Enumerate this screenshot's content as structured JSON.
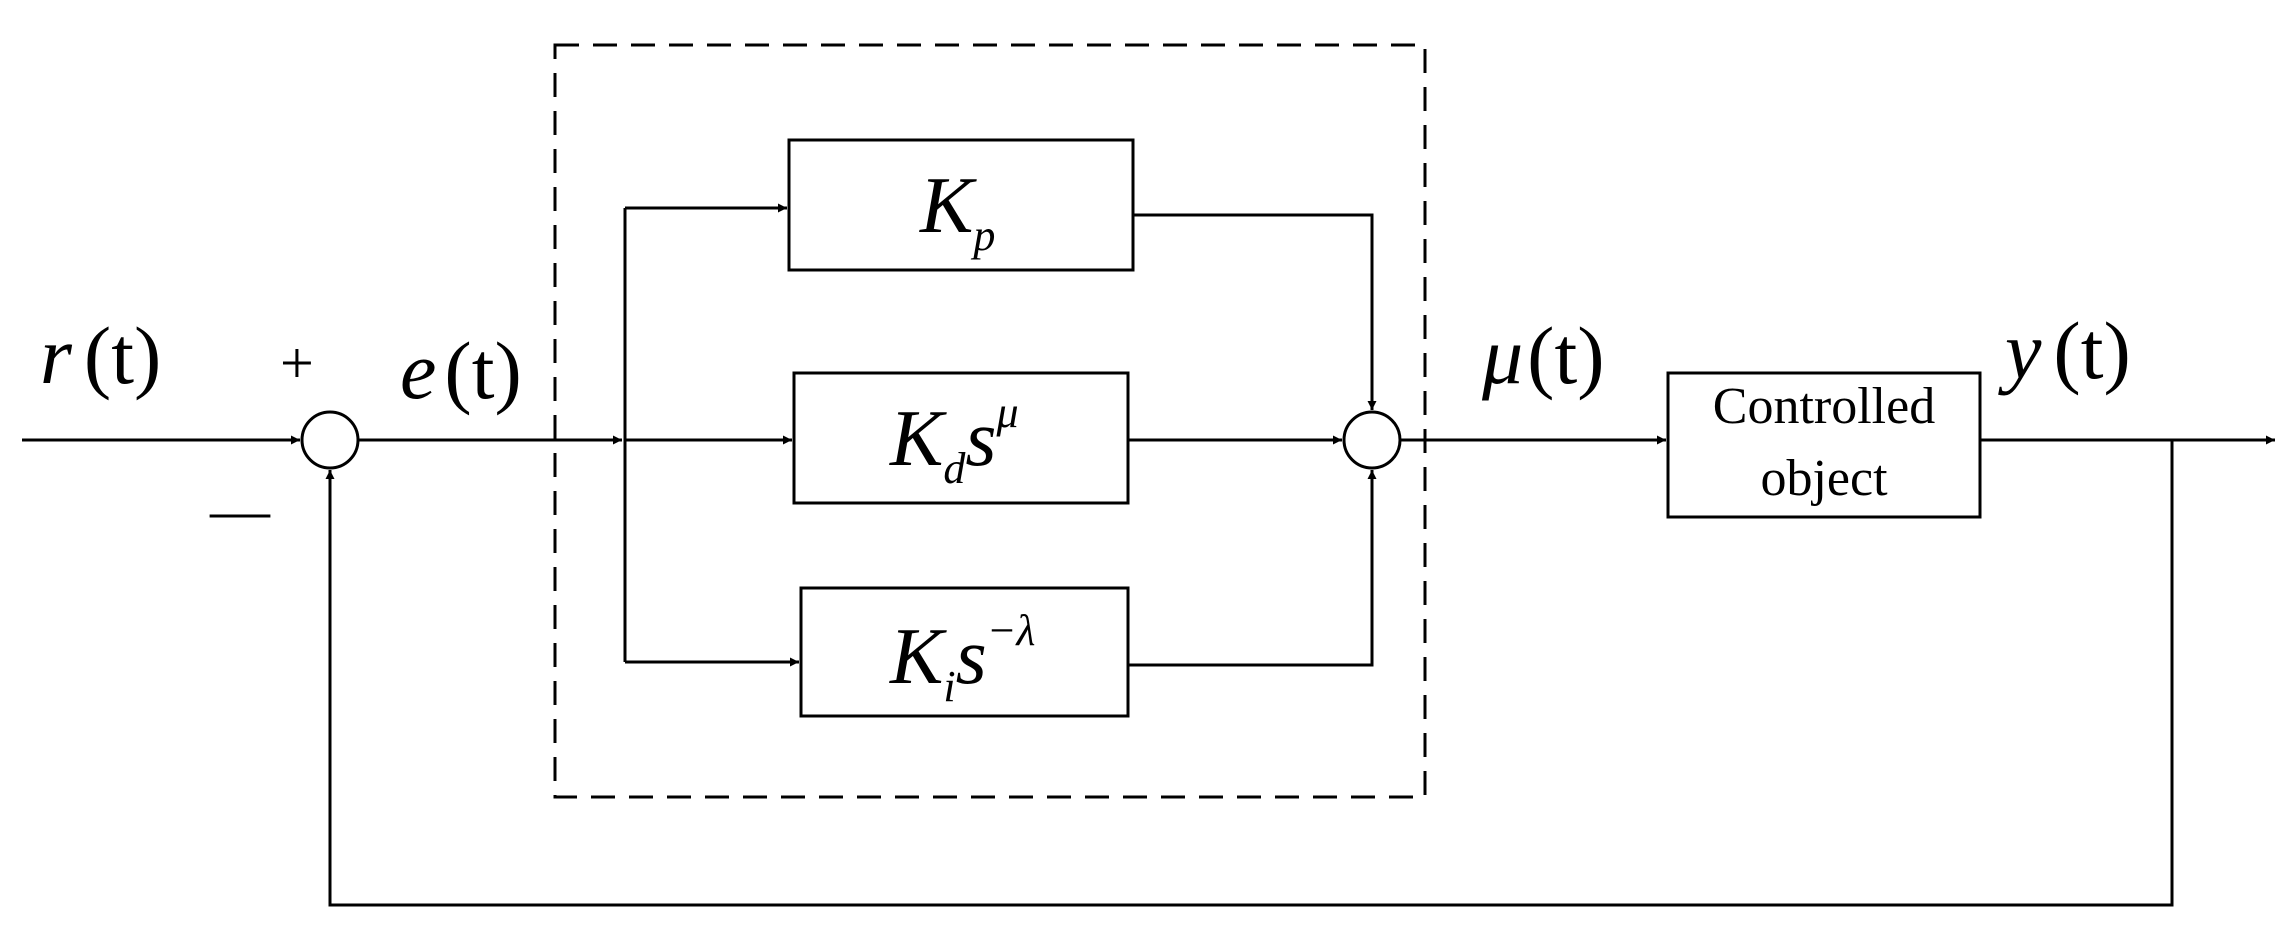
{
  "signals": {
    "r": "r",
    "e": "e",
    "mu": "μ",
    "y": "y",
    "t": "(t)"
  },
  "signs": {
    "plus": "+",
    "minus": "—"
  },
  "blocks": {
    "kp": {
      "base": "K",
      "sub": "p"
    },
    "kd": {
      "base": "K",
      "sub": "d",
      "s": "s",
      "sup": "μ"
    },
    "ki": {
      "base": "K",
      "sub": "i",
      "s": "s",
      "sup": "−λ"
    },
    "plant": {
      "line1": "Controlled",
      "line2": "object"
    }
  }
}
